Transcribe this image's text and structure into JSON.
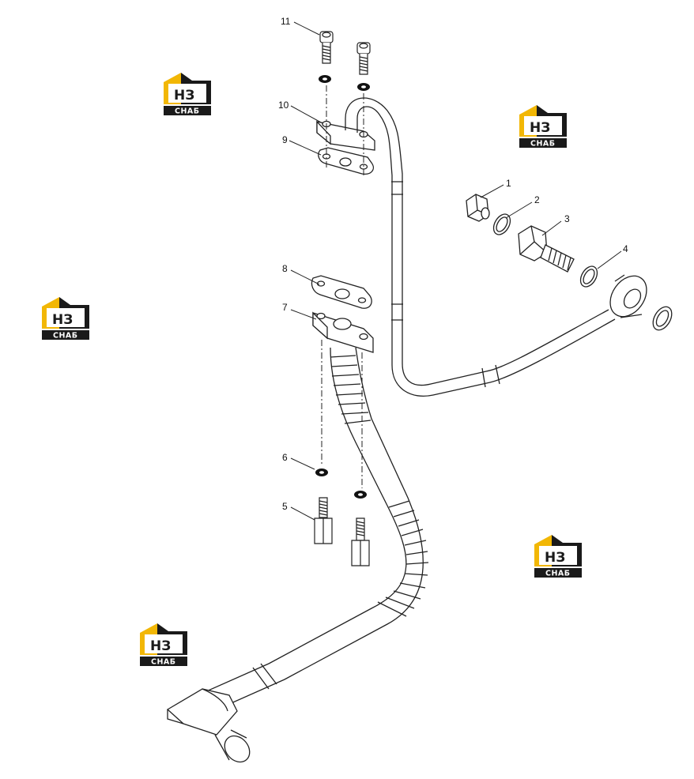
{
  "callouts": [
    {
      "number": "1"
    },
    {
      "number": "2"
    },
    {
      "number": "3"
    },
    {
      "number": "4"
    },
    {
      "number": "5"
    },
    {
      "number": "6"
    },
    {
      "number": "7"
    },
    {
      "number": "8"
    },
    {
      "number": "9"
    },
    {
      "number": "10"
    },
    {
      "number": "11"
    }
  ],
  "watermark": {
    "top_text": "НЗ",
    "bottom_text": "СНАБ",
    "accent_color": "#f2b705",
    "dark_color": "#1a1a1a"
  }
}
